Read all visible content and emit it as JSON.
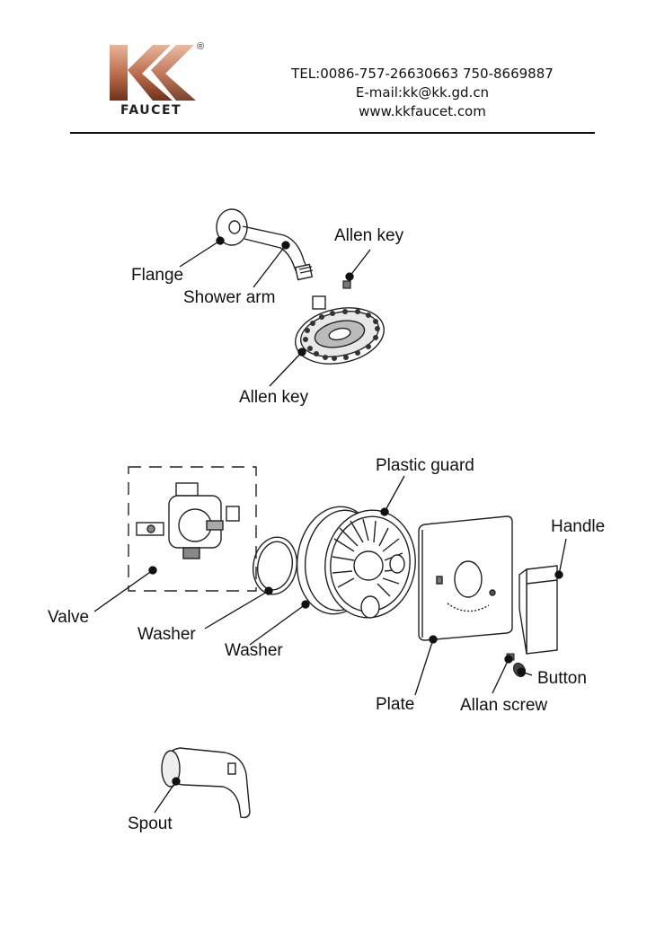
{
  "header": {
    "brand": "KK",
    "brand_word": "FAUCET",
    "registered_mark": "®",
    "tel": "TEL:0086-757-26630663 750-8669887",
    "email": "E-mail:kk@kk.gd.cn",
    "website": "www.kkfaucet.com"
  },
  "labels": {
    "flange": "Flange",
    "shower_arm": "Shower arm",
    "allen_key_top": "Allen key",
    "allen_key_head": "Allen key",
    "plastic_guard": "Plastic guard",
    "handle": "Handle",
    "valve": "Valve",
    "washer_1": "Washer",
    "washer_2": "Washer",
    "button": "Button",
    "plate": "Plate",
    "allan_screw": "Allan screw",
    "spout": "Spout"
  },
  "colors": {
    "logo_gradient_top": "#e0a88a",
    "logo_gradient_bottom": "#7a3a22",
    "line": "#111111"
  }
}
